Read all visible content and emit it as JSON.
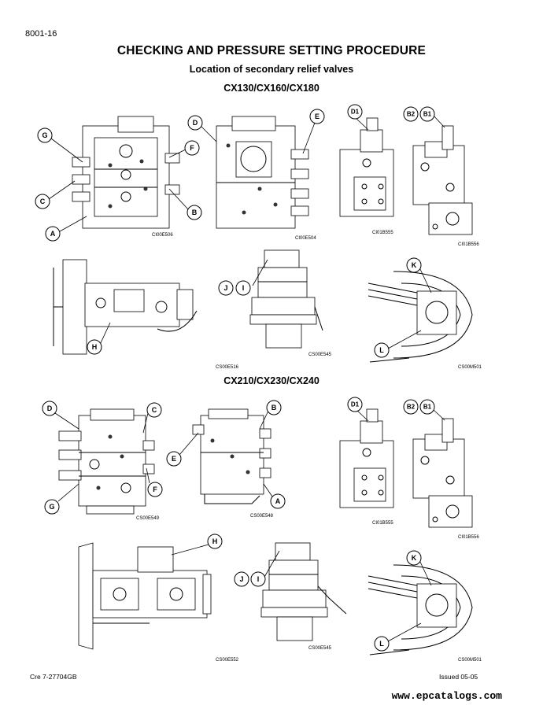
{
  "page_number": "8001-16",
  "title": "CHECKING AND PRESSURE SETTING PROCEDURE",
  "subtitle": "Location of secondary relief valves",
  "sections": [
    {
      "model_heading": "CX130/CX160/CX180",
      "figure_codes": [
        "CI00E506",
        "CI00E504",
        "CI01B555",
        "CI01B556",
        "CS00E516",
        "CS00E545",
        "CS00M501"
      ]
    },
    {
      "model_heading": "CX210/CX230/CX240",
      "figure_codes": [
        "CS00E549",
        "CS00E548",
        "CI01B555",
        "CI01B556",
        "CS00E552",
        "CS00E545",
        "CS00M501"
      ]
    }
  ],
  "callouts": [
    "A",
    "B",
    "C",
    "D",
    "E",
    "F",
    "G",
    "H",
    "I",
    "J",
    "K",
    "L",
    "D1",
    "B2",
    "B1"
  ],
  "footer": {
    "left": "Cre  7-27704GB",
    "right": "Issued 05-05"
  },
  "watermark": "www.epcatalogs.com"
}
